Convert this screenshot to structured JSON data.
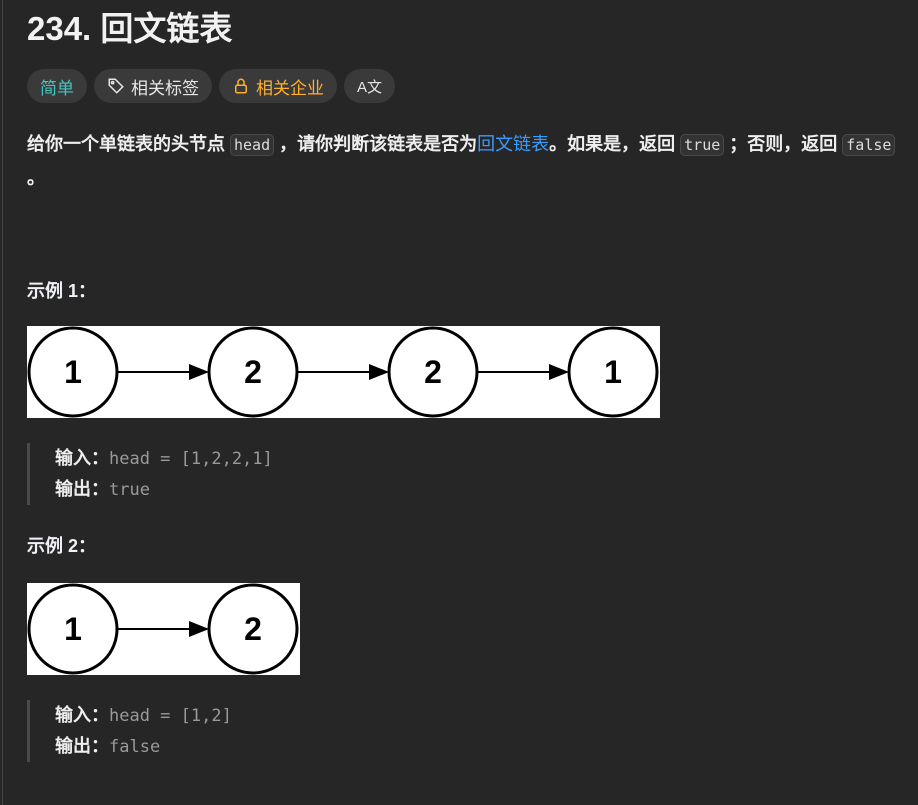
{
  "title": "234. 回文链表",
  "tags": {
    "difficulty": "简单",
    "topics": "相关标签",
    "companies": "相关企业",
    "translate": "A文"
  },
  "description": {
    "p1": "给你一个单链表的头节点 ",
    "head": "head",
    "p2": " ，请你判断该链表是否为",
    "link": "回文链表",
    "p3": "。如果是，返回 ",
    "true": "true",
    "p4": " ；否则，返回 ",
    "false": "false",
    "p5": " 。"
  },
  "examples": [
    {
      "heading": "示例 1：",
      "nodes": [
        1,
        2,
        2,
        1
      ],
      "input_label": "输入：",
      "input": "head = [1,2,2,1]",
      "output_label": "输出：",
      "output": "true"
    },
    {
      "heading": "示例 2：",
      "nodes": [
        1,
        2
      ],
      "input_label": "输入：",
      "input": "head = [1,2]",
      "output_label": "输出：",
      "output": "false"
    }
  ]
}
